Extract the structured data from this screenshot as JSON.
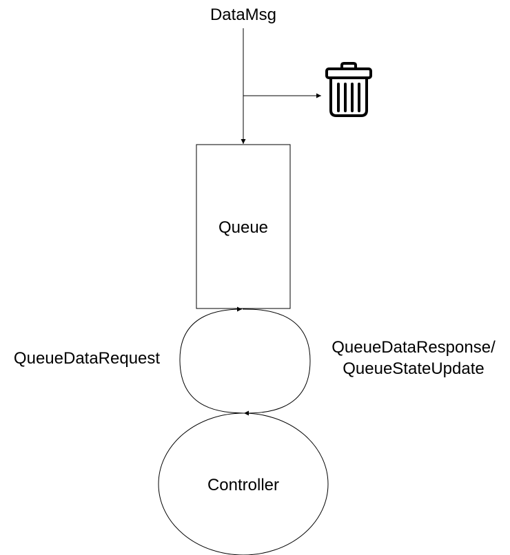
{
  "labels": {
    "input_message": "DataMsg",
    "queue": "Queue",
    "request": "QueueDataRequest",
    "response_line1": "QueueDataResponse/",
    "response_line2": "QueueStateUpdate",
    "controller": "Controller"
  },
  "icons": {
    "discard": "trash-icon"
  },
  "colors": {
    "stroke": "#000000",
    "background": "#ffffff"
  }
}
